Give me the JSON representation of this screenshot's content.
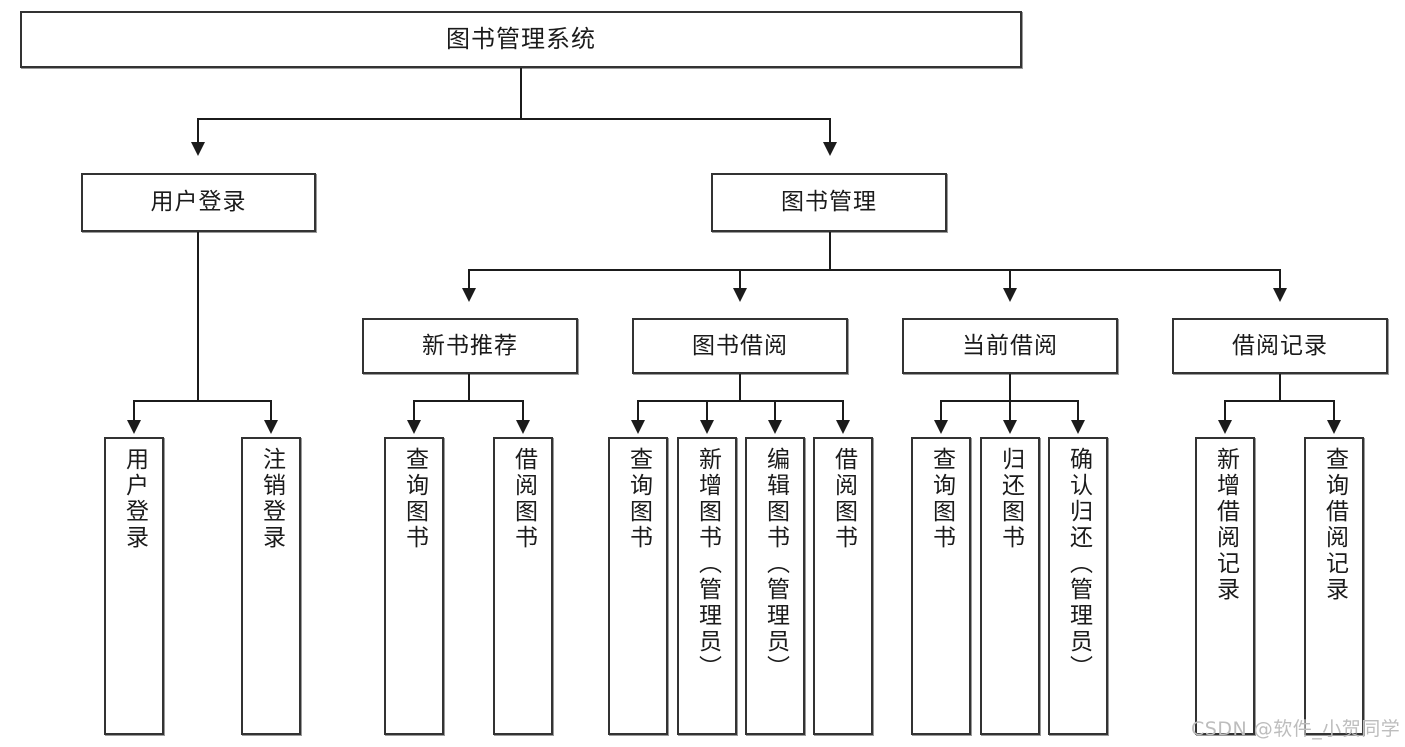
{
  "diagram": {
    "title": "图书管理系统",
    "root": {
      "label": "图书管理系统"
    },
    "level2": [
      {
        "label": "用户登录"
      },
      {
        "label": "图书管理"
      }
    ],
    "level3": [
      {
        "label": "新书推荐"
      },
      {
        "label": "图书借阅"
      },
      {
        "label": "当前借阅"
      },
      {
        "label": "借阅记录"
      }
    ],
    "leaves": [
      {
        "label": "用户登录"
      },
      {
        "label": "注销登录"
      },
      {
        "label": "查询图书"
      },
      {
        "label": "借阅图书"
      },
      {
        "label": "查询图书"
      },
      {
        "label": "新增图书（管理员）"
      },
      {
        "label": "编辑图书（管理员）"
      },
      {
        "label": "借阅图书"
      },
      {
        "label": "查询图书"
      },
      {
        "label": "归还图书"
      },
      {
        "label": "确认归还（管理员）"
      },
      {
        "label": "新增借阅记录"
      },
      {
        "label": "查询借阅记录"
      }
    ]
  },
  "watermark": {
    "text": "CSDN @软件_小贺同学"
  },
  "colors": {
    "box_border": "#333333",
    "box_fill": "#ffffff",
    "line": "#1b1b1b",
    "text": "#1b1b1b",
    "watermark": "#bdbdbd"
  }
}
